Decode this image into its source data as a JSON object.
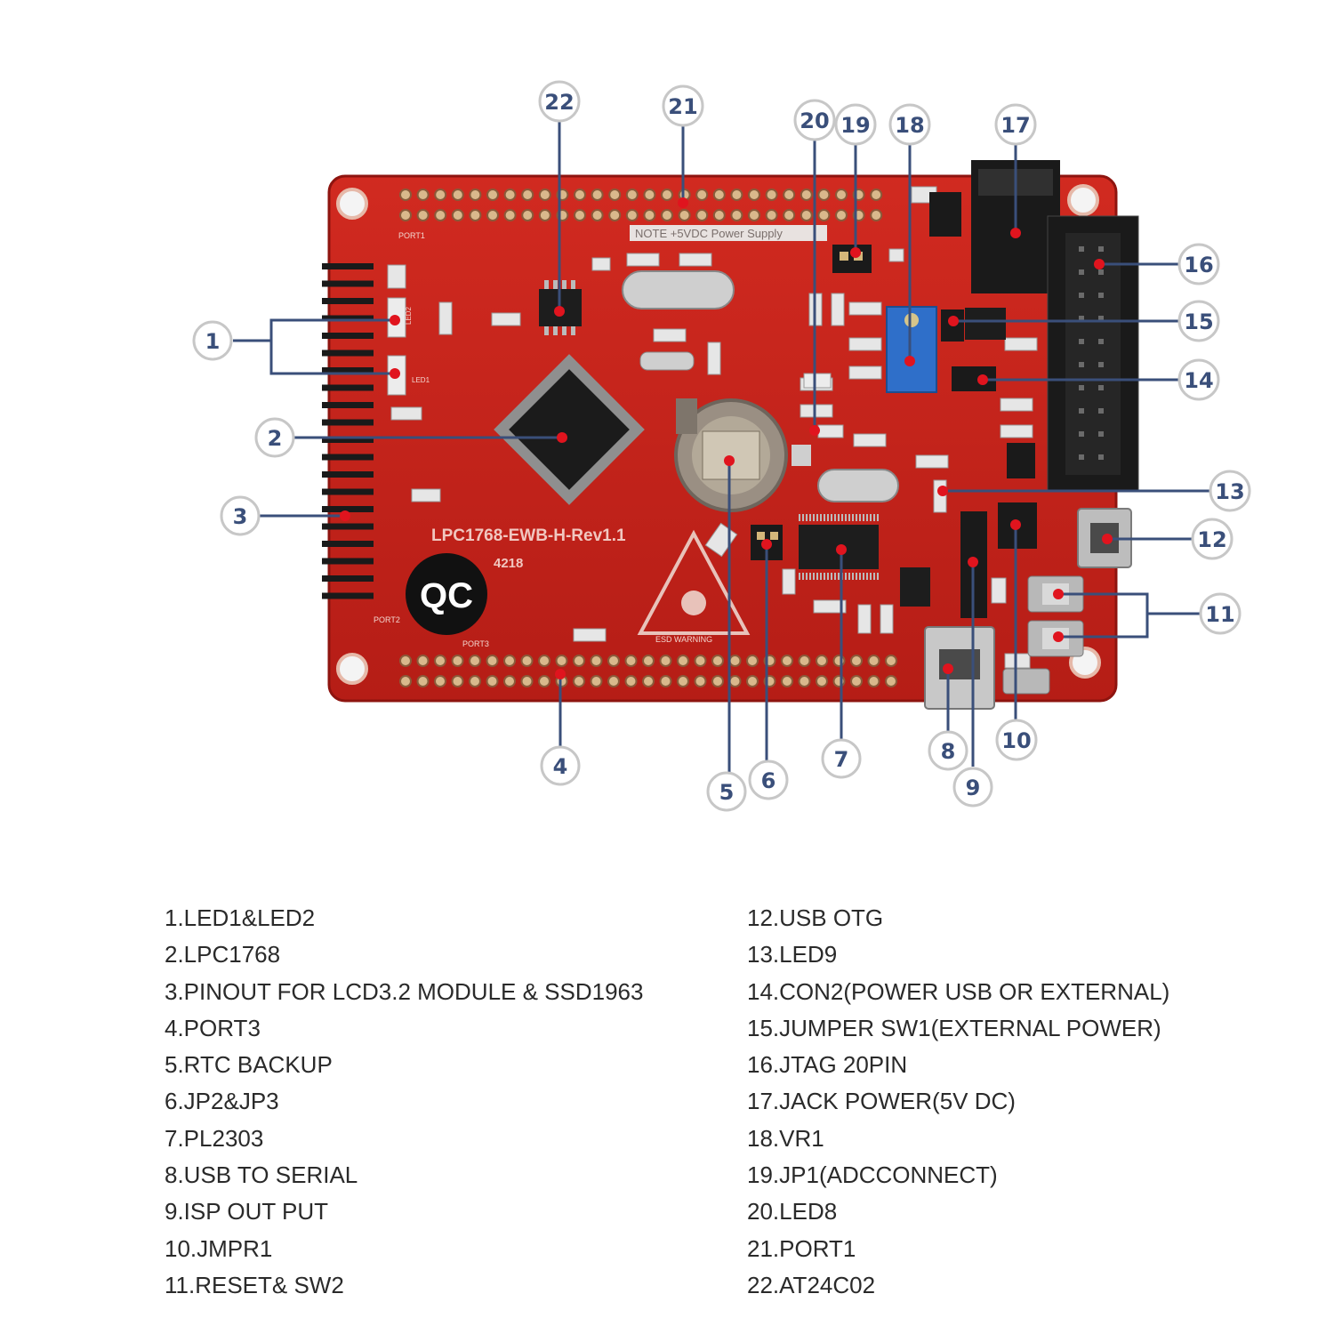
{
  "board": {
    "model_label": "LPC1768-EWB-H-Rev1.1",
    "qc_label": "QC",
    "serial_label": "4218",
    "note_label": "NOTE  +5VDC Power Supply",
    "port1_label": "PORT1",
    "port3_label": "PORT3",
    "port2_label": "PORT2",
    "esd_label": "ESD WARNING",
    "led1_label": "LED1",
    "led2_label": "LED2"
  },
  "callouts": [
    {
      "number": "1"
    },
    {
      "number": "2"
    },
    {
      "number": "3"
    },
    {
      "number": "4"
    },
    {
      "number": "5"
    },
    {
      "number": "6"
    },
    {
      "number": "7"
    },
    {
      "number": "8"
    },
    {
      "number": "9"
    },
    {
      "number": "10"
    },
    {
      "number": "11"
    },
    {
      "number": "12"
    },
    {
      "number": "13"
    },
    {
      "number": "14"
    },
    {
      "number": "15"
    },
    {
      "number": "16"
    },
    {
      "number": "17"
    },
    {
      "number": "18"
    },
    {
      "number": "19"
    },
    {
      "number": "20"
    },
    {
      "number": "21"
    },
    {
      "number": "22"
    }
  ],
  "legend": {
    "left": [
      "1.LED1&LED2",
      "2.LPC1768",
      "3.PINOUT FOR LCD3.2 MODULE & SSD1963",
      "4.PORT3",
      "5.RTC BACKUP",
      "6.JP2&JP3",
      "7.PL2303",
      "8.USB TO SERIAL",
      "9.ISP OUT PUT",
      "10.JMPR1",
      "11.RESET& SW2"
    ],
    "right": [
      "12.USB OTG",
      "13.LED9",
      "14.CON2(POWER USB OR EXTERNAL)",
      "15.JUMPER SW1(EXTERNAL POWER)",
      "16.JTAG 20PIN",
      "17.JACK POWER(5V DC)",
      "18.VR1",
      "19.JP1(ADCCONNECT)",
      "20.LED8",
      "21.PORT1",
      "22.AT24C02"
    ]
  },
  "colors": {
    "pcb": "#c9231b",
    "callout_blue": "#3a4f7a",
    "marker_red": "#e0141e"
  }
}
